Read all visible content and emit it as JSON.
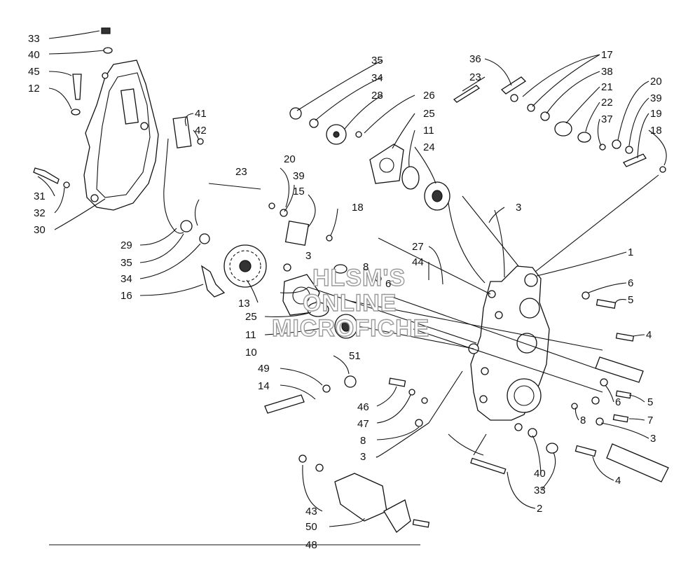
{
  "watermark": {
    "line1": "HLSM'S",
    "line2": "ONLINE",
    "line3": "MICROFICHE"
  },
  "callouts": [
    {
      "id": "c1",
      "text": "33"
    },
    {
      "id": "c2",
      "text": "40"
    },
    {
      "id": "c3",
      "text": "45"
    },
    {
      "id": "c4",
      "text": "12"
    },
    {
      "id": "c5",
      "text": "41"
    },
    {
      "id": "c6",
      "text": "42"
    },
    {
      "id": "c7",
      "text": "31"
    },
    {
      "id": "c8",
      "text": "32"
    },
    {
      "id": "c9",
      "text": "30"
    },
    {
      "id": "c10",
      "text": "23"
    },
    {
      "id": "c11",
      "text": "20"
    },
    {
      "id": "c12",
      "text": "39"
    },
    {
      "id": "c13",
      "text": "15"
    },
    {
      "id": "c14",
      "text": "18"
    },
    {
      "id": "c15",
      "text": "29"
    },
    {
      "id": "c16",
      "text": "35"
    },
    {
      "id": "c17",
      "text": "34"
    },
    {
      "id": "c18",
      "text": "16"
    },
    {
      "id": "c19",
      "text": "13"
    },
    {
      "id": "c20",
      "text": "3"
    },
    {
      "id": "c21",
      "text": "8"
    },
    {
      "id": "c22",
      "text": "6"
    },
    {
      "id": "c23",
      "text": "25"
    },
    {
      "id": "c24",
      "text": "11"
    },
    {
      "id": "c25",
      "text": "10"
    },
    {
      "id": "c26",
      "text": "49"
    },
    {
      "id": "c27",
      "text": "51"
    },
    {
      "id": "c28",
      "text": "14"
    },
    {
      "id": "c29",
      "text": "46"
    },
    {
      "id": "c30",
      "text": "47"
    },
    {
      "id": "c31",
      "text": "8"
    },
    {
      "id": "c32",
      "text": "3"
    },
    {
      "id": "c33",
      "text": "43"
    },
    {
      "id": "c34",
      "text": "50"
    },
    {
      "id": "c35",
      "text": "48"
    },
    {
      "id": "c36",
      "text": "35"
    },
    {
      "id": "c37",
      "text": "34"
    },
    {
      "id": "c38",
      "text": "28"
    },
    {
      "id": "c39",
      "text": "26"
    },
    {
      "id": "c40",
      "text": "25"
    },
    {
      "id": "c41",
      "text": "11"
    },
    {
      "id": "c42",
      "text": "24"
    },
    {
      "id": "c43",
      "text": "3"
    },
    {
      "id": "c44",
      "text": "27"
    },
    {
      "id": "c45",
      "text": "44"
    },
    {
      "id": "c46",
      "text": "36"
    },
    {
      "id": "c47",
      "text": "23"
    },
    {
      "id": "c48",
      "text": "17"
    },
    {
      "id": "c49",
      "text": "38"
    },
    {
      "id": "c50",
      "text": "21"
    },
    {
      "id": "c51",
      "text": "22"
    },
    {
      "id": "c52",
      "text": "37"
    },
    {
      "id": "c53",
      "text": "20"
    },
    {
      "id": "c54",
      "text": "39"
    },
    {
      "id": "c55",
      "text": "19"
    },
    {
      "id": "c56",
      "text": "18"
    },
    {
      "id": "c57",
      "text": "1"
    },
    {
      "id": "c58",
      "text": "6"
    },
    {
      "id": "c59",
      "text": "5"
    },
    {
      "id": "c60",
      "text": "4"
    },
    {
      "id": "c61",
      "text": "6"
    },
    {
      "id": "c62",
      "text": "5"
    },
    {
      "id": "c63",
      "text": "8"
    },
    {
      "id": "c64",
      "text": "7"
    },
    {
      "id": "c65",
      "text": "3"
    },
    {
      "id": "c66",
      "text": "40"
    },
    {
      "id": "c67",
      "text": "33"
    },
    {
      "id": "c68",
      "text": "4"
    },
    {
      "id": "c69",
      "text": "2"
    }
  ]
}
